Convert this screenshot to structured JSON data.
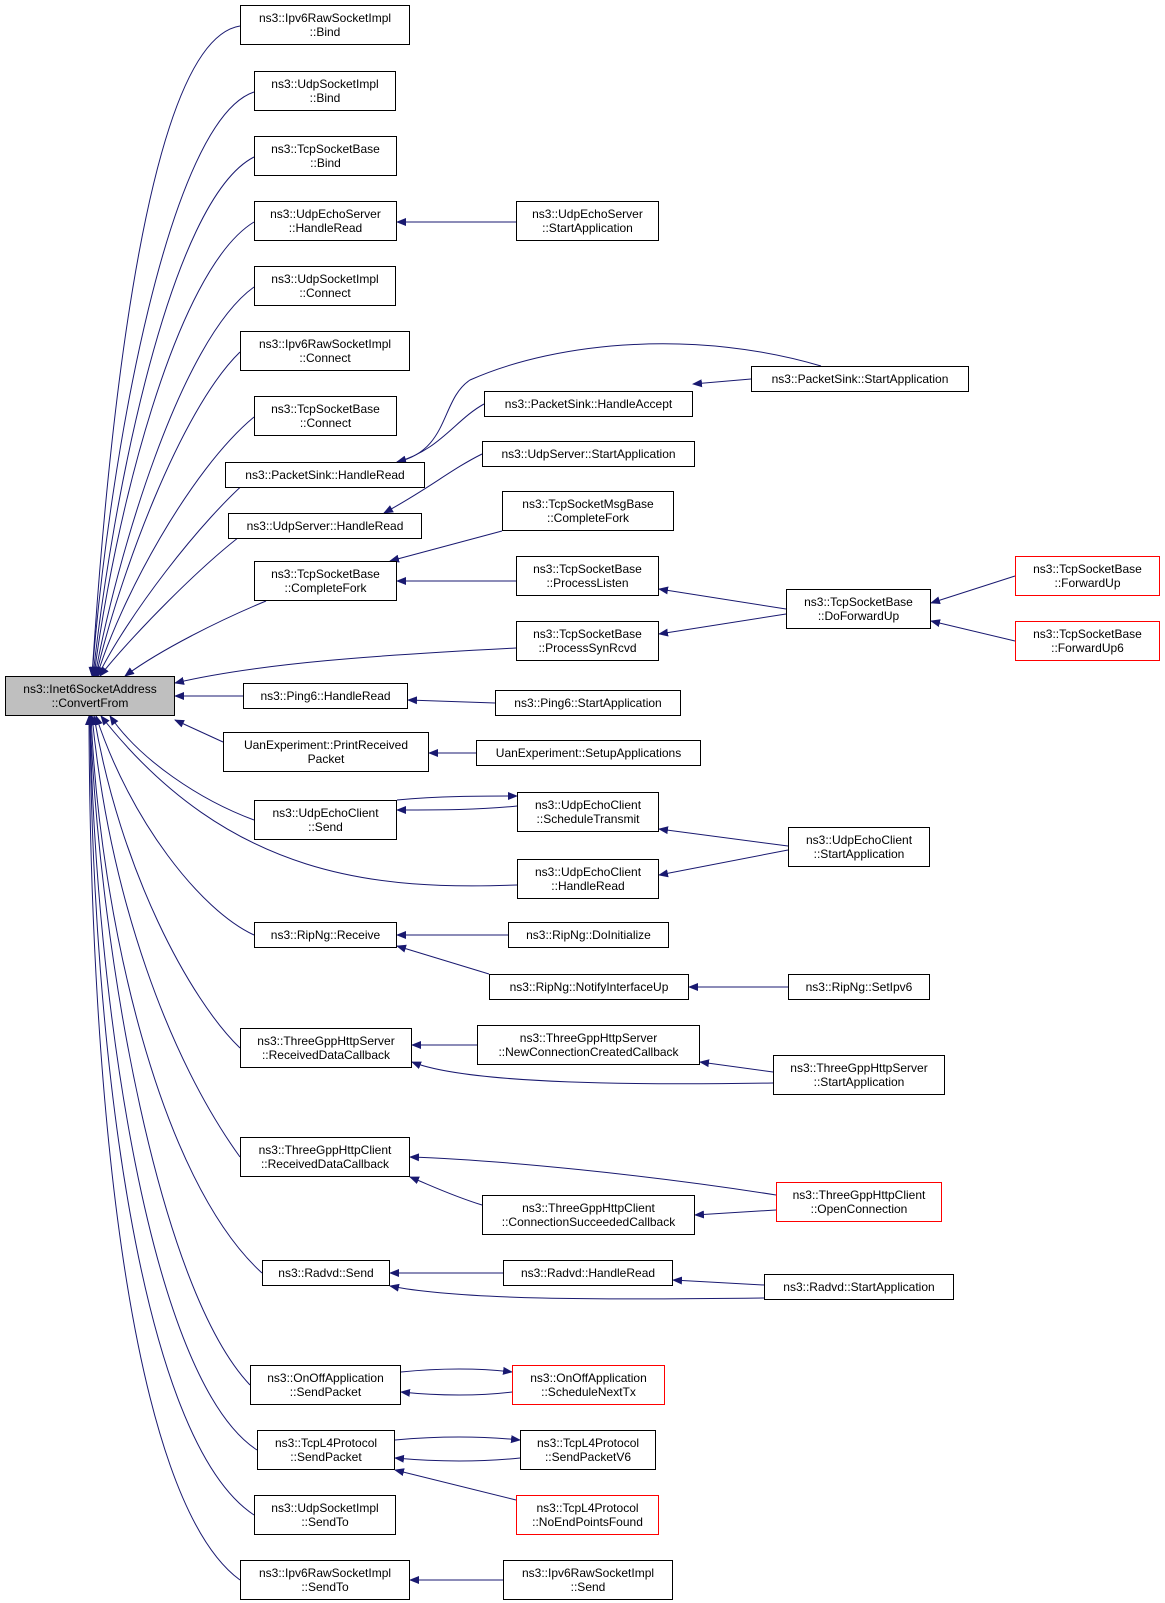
{
  "colors": {
    "edge": "#191970",
    "border": "#000000",
    "truncated_border": "#ff0000",
    "root_fill": "#bfbfbf"
  },
  "root": {
    "line1": "ns3::Inet6SocketAddress",
    "line2": "::ConvertFrom"
  },
  "nodes": [
    {
      "id": "ipv6raw_bind",
      "line1": "ns3::Ipv6RawSocketImpl",
      "line2": "::Bind"
    },
    {
      "id": "udpsock_bind",
      "line1": "ns3::UdpSocketImpl",
      "line2": "::Bind"
    },
    {
      "id": "tcpbase_bind",
      "line1": "ns3::TcpSocketBase",
      "line2": "::Bind"
    },
    {
      "id": "udpechoserver_handleread",
      "line1": "ns3::UdpEchoServer",
      "line2": "::HandleRead"
    },
    {
      "id": "udpechoserver_start",
      "line1": "ns3::UdpEchoServer",
      "line2": "::StartApplication"
    },
    {
      "id": "udpsock_connect",
      "line1": "ns3::UdpSocketImpl",
      "line2": "::Connect"
    },
    {
      "id": "ipv6raw_connect",
      "line1": "ns3::Ipv6RawSocketImpl",
      "line2": "::Connect"
    },
    {
      "id": "tcpbase_connect",
      "line1": "ns3::TcpSocketBase",
      "line2": "::Connect"
    },
    {
      "id": "packetsink_start",
      "line1": "ns3::PacketSink::StartApplication",
      "line2": ""
    },
    {
      "id": "packetsink_handleaccept",
      "line1": "ns3::PacketSink::HandleAccept",
      "line2": ""
    },
    {
      "id": "packetsink_handleread",
      "line1": "ns3::PacketSink::HandleRead",
      "line2": ""
    },
    {
      "id": "udpserver_start",
      "line1": "ns3::UdpServer::StartApplication",
      "line2": ""
    },
    {
      "id": "udpserver_handleread",
      "line1": "ns3::UdpServer::HandleRead",
      "line2": ""
    },
    {
      "id": "tcpmsgbase_completefork",
      "line1": "ns3::TcpSocketMsgBase",
      "line2": "::CompleteFork"
    },
    {
      "id": "tcpbase_completefork",
      "line1": "ns3::TcpSocketBase",
      "line2": "::CompleteFork"
    },
    {
      "id": "tcpbase_processlisten",
      "line1": "ns3::TcpSocketBase",
      "line2": "::ProcessListen"
    },
    {
      "id": "tcpbase_doforwardup",
      "line1": "ns3::TcpSocketBase",
      "line2": "::DoForwardUp"
    },
    {
      "id": "tcpbase_forwardup",
      "line1": "ns3::TcpSocketBase",
      "line2": "::ForwardUp"
    },
    {
      "id": "tcpbase_forwardup6",
      "line1": "ns3::TcpSocketBase",
      "line2": "::ForwardUp6"
    },
    {
      "id": "tcpbase_processsynrcvd",
      "line1": "ns3::TcpSocketBase",
      "line2": "::ProcessSynRcvd"
    },
    {
      "id": "ping6_handleread",
      "line1": "ns3::Ping6::HandleRead",
      "line2": ""
    },
    {
      "id": "ping6_start",
      "line1": "ns3::Ping6::StartApplication",
      "line2": ""
    },
    {
      "id": "uan_printreceived",
      "line1": "UanExperiment::PrintReceived",
      "line2": "Packet"
    },
    {
      "id": "uan_setupapps",
      "line1": "UanExperiment::SetupApplications",
      "line2": ""
    },
    {
      "id": "udpechoclient_send",
      "line1": "ns3::UdpEchoClient",
      "line2": "::Send"
    },
    {
      "id": "udpechoclient_scheduletransmit",
      "line1": "ns3::UdpEchoClient",
      "line2": "::ScheduleTransmit"
    },
    {
      "id": "udpechoclient_start",
      "line1": "ns3::UdpEchoClient",
      "line2": "::StartApplication"
    },
    {
      "id": "udpechoclient_handleread",
      "line1": "ns3::UdpEchoClient",
      "line2": "::HandleRead"
    },
    {
      "id": "ripng_receive",
      "line1": "ns3::RipNg::Receive",
      "line2": ""
    },
    {
      "id": "ripng_doinitialize",
      "line1": "ns3::RipNg::DoInitialize",
      "line2": ""
    },
    {
      "id": "ripng_notifyinterfaceup",
      "line1": "ns3::RipNg::NotifyInterfaceUp",
      "line2": ""
    },
    {
      "id": "ripng_setipv6",
      "line1": "ns3::RipNg::SetIpv6",
      "line2": ""
    },
    {
      "id": "httpserver_receiveddata",
      "line1": "ns3::ThreeGppHttpServer",
      "line2": "::ReceivedDataCallback"
    },
    {
      "id": "httpserver_newconn",
      "line1": "ns3::ThreeGppHttpServer",
      "line2": "::NewConnectionCreatedCallback"
    },
    {
      "id": "httpserver_start",
      "line1": "ns3::ThreeGppHttpServer",
      "line2": "::StartApplication"
    },
    {
      "id": "httpclient_receiveddata",
      "line1": "ns3::ThreeGppHttpClient",
      "line2": "::ReceivedDataCallback"
    },
    {
      "id": "httpclient_openconn",
      "line1": "ns3::ThreeGppHttpClient",
      "line2": "::OpenConnection"
    },
    {
      "id": "httpclient_connsucceeded",
      "line1": "ns3::ThreeGppHttpClient",
      "line2": "::ConnectionSucceededCallback"
    },
    {
      "id": "radvd_send",
      "line1": "ns3::Radvd::Send",
      "line2": ""
    },
    {
      "id": "radvd_handleread",
      "line1": "ns3::Radvd::HandleRead",
      "line2": ""
    },
    {
      "id": "radvd_start",
      "line1": "ns3::Radvd::StartApplication",
      "line2": ""
    },
    {
      "id": "onoff_sendpacket",
      "line1": "ns3::OnOffApplication",
      "line2": "::SendPacket"
    },
    {
      "id": "onoff_schedulenexttx",
      "line1": "ns3::OnOffApplication",
      "line2": "::ScheduleNextTx"
    },
    {
      "id": "tcpl4_sendpacket",
      "line1": "ns3::TcpL4Protocol",
      "line2": "::SendPacket"
    },
    {
      "id": "tcpl4_sendpacketv6",
      "line1": "ns3::TcpL4Protocol",
      "line2": "::SendPacketV6"
    },
    {
      "id": "tcpl4_noendpoints",
      "line1": "ns3::TcpL4Protocol",
      "line2": "::NoEndPointsFound"
    },
    {
      "id": "udpsock_sendto",
      "line1": "ns3::UdpSocketImpl",
      "line2": "::SendTo"
    },
    {
      "id": "ipv6raw_sendto",
      "line1": "ns3::Ipv6RawSocketImpl",
      "line2": "::SendTo"
    },
    {
      "id": "ipv6raw_send",
      "line1": "ns3::Ipv6RawSocketImpl",
      "line2": "::Send"
    }
  ]
}
